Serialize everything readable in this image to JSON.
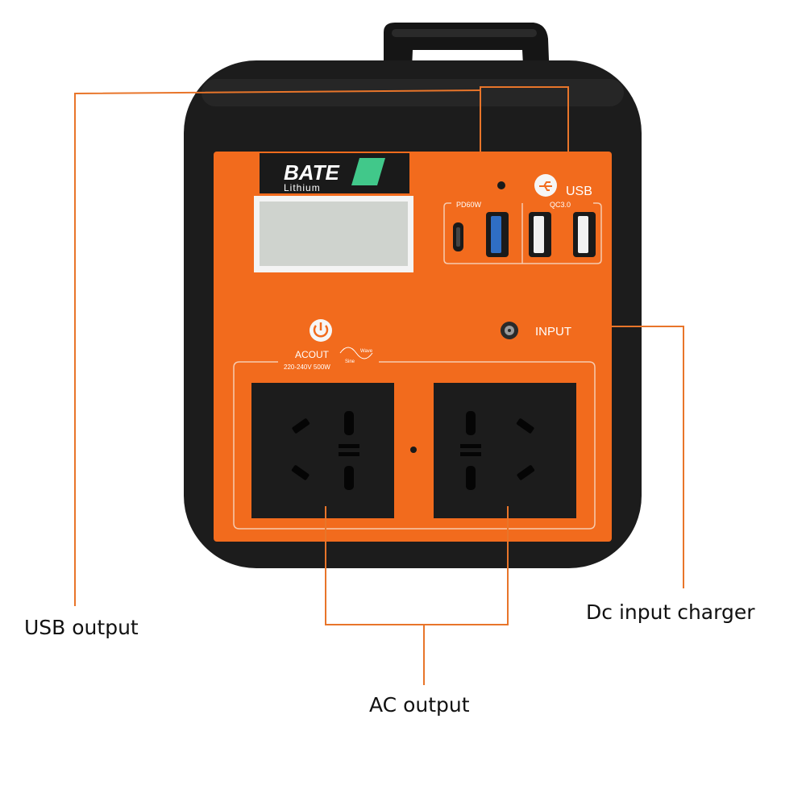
{
  "device": {
    "brand": "BATE",
    "brand_sub": "Lithium",
    "pd_label": "PD60W",
    "qc_label": "QC3.0",
    "usb_label": "USB",
    "input_label": "INPUT",
    "ac_label": "ACOUT",
    "ac_rating": "220-240V  500W",
    "wave_top": "Wave",
    "wave_bottom": "Sine",
    "colors": {
      "panel": "#f26b1d",
      "body": "#1c1c1c",
      "leader": "#e8752a"
    }
  },
  "callouts": {
    "usb_output": "USB output",
    "ac_output": "AC output",
    "dc_input": "Dc input charger"
  }
}
